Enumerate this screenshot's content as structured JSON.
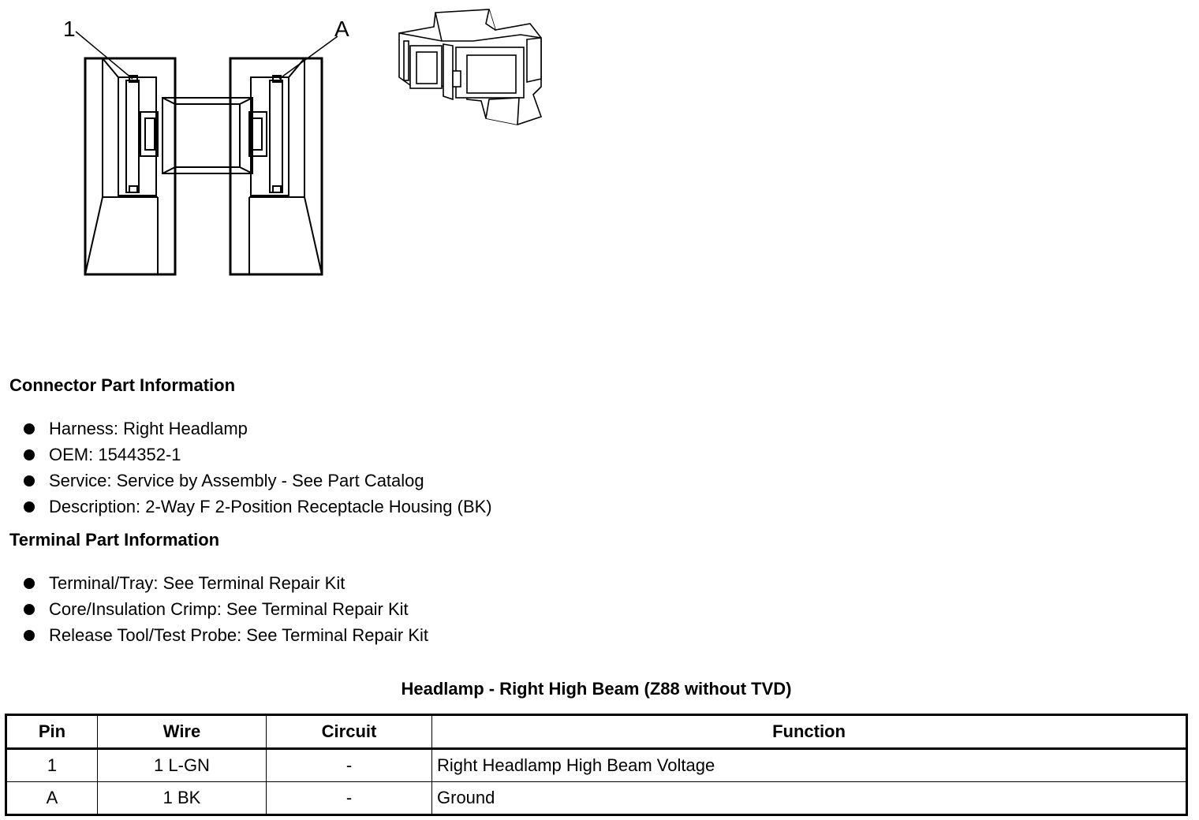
{
  "diagram": {
    "callout_1": "1",
    "callout_a": "A"
  },
  "connector_info": {
    "heading": "Connector Part Information",
    "items": [
      "Harness: Right Headlamp",
      "OEM: 1544352-1",
      "Service: Service by Assembly - See Part Catalog",
      "Description: 2-Way F 2-Position Receptacle Housing (BK)"
    ]
  },
  "terminal_info": {
    "heading": "Terminal Part Information",
    "items": [
      "Terminal/Tray: See Terminal Repair Kit",
      "Core/Insulation Crimp: See Terminal Repair Kit",
      "Release Tool/Test Probe: See Terminal Repair Kit"
    ]
  },
  "pin_table": {
    "title": "Headlamp - Right High Beam (Z88 without TVD)",
    "headers": [
      "Pin",
      "Wire",
      "Circuit",
      "Function"
    ],
    "rows": [
      [
        "1",
        "1 L-GN",
        "-",
        "Right Headlamp High Beam Voltage"
      ],
      [
        "A",
        "1 BK",
        "-",
        "Ground"
      ]
    ]
  }
}
